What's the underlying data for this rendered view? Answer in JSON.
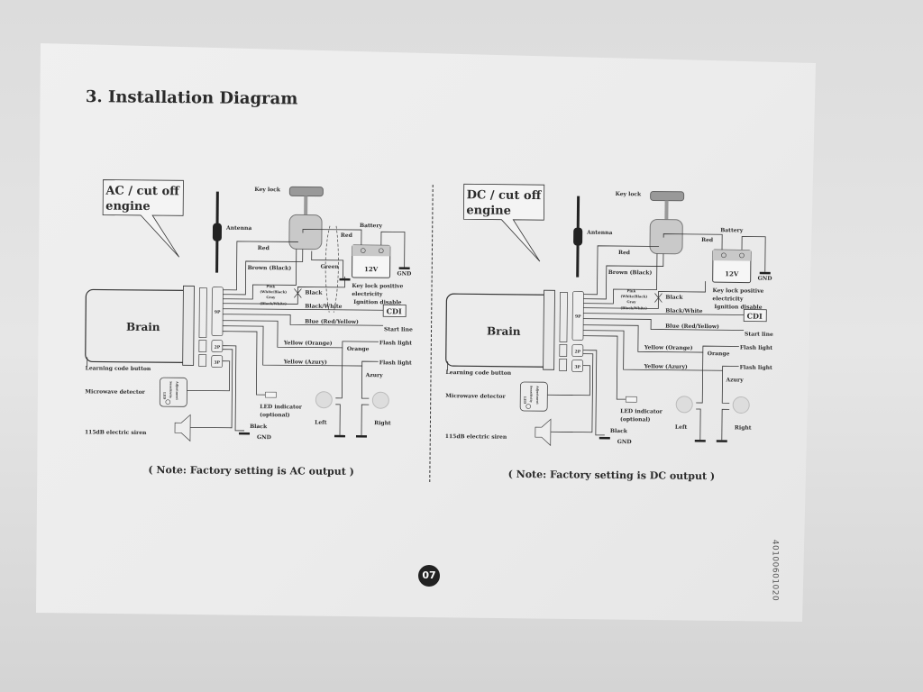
{
  "title": "3. Installation Diagram",
  "page_number": "07",
  "doc_code": "40100601020",
  "diagrams": [
    {
      "callout": [
        "AC / cut off",
        "engine"
      ],
      "labels": {
        "key_lock": "Key lock",
        "antenna": "Antenna",
        "battery": "Battery",
        "battery_voltage": "12V",
        "red_battery": "Red",
        "red": "Red",
        "brown": "Brown (Black)",
        "green": "Green",
        "gnd_battery": "GND",
        "key_lock_positive": [
          "Key lock positive",
          "electricity",
          "Ignition disable"
        ],
        "pink": [
          "Pink",
          "(White/Black)",
          "Gray",
          "(Black/White)"
        ],
        "black_wire": "Black",
        "black_white": "Black/White",
        "cdi": "CDI",
        "blue": "Blue (Red/Yellow)",
        "start_line": "Start line",
        "brain": "Brain",
        "conn_9p": "9P",
        "conn_2p": "2P",
        "conn_3p": "3P",
        "yellow_orange": "Yellow (Orange)",
        "orange": "Orange",
        "flash_light_1": "Flash light",
        "yellow_azury": "Yellow (Azury)",
        "flash_light_2": "Flash light",
        "azury": "Azury",
        "learning": "Learning code button",
        "microwave": "Microwave detector",
        "led": [
          "LED indicator",
          "(optional)"
        ],
        "left": "Left",
        "right": "Right",
        "siren": "115dB electric siren",
        "black_gnd": "Black",
        "gnd": "GND",
        "detector_text": [
          "LED",
          "Sensitivity",
          "Adjustment"
        ]
      },
      "note": "( Note: Factory setting is AC output )",
      "has_green_dashed": true
    },
    {
      "callout": [
        "DC / cut off",
        "engine"
      ],
      "labels": {
        "key_lock": "Key lock",
        "antenna": "Antenna",
        "battery": "Battery",
        "battery_voltage": "12V",
        "red_battery": "Red",
        "red": "Red",
        "brown": "Brown (Black)",
        "green": "",
        "gnd_battery": "GND",
        "key_lock_positive": [
          "Key lock positive",
          "electricity",
          "Ignition disable"
        ],
        "pink": [
          "Pink",
          "(White/Black)",
          "Gray",
          "(Black/White)"
        ],
        "black_wire": "Black",
        "black_white": "Black/White",
        "cdi": "CDI",
        "blue": "Blue (Red/Yellow)",
        "start_line": "Start line",
        "brain": "Brain",
        "conn_9p": "9P",
        "conn_2p": "2P",
        "conn_3p": "3P",
        "yellow_orange": "Yellow (Orange)",
        "orange": "Orange",
        "flash_light_1": "Flash light",
        "yellow_azury": "Yellow (Azury)",
        "flash_light_2": "Flash light",
        "azury": "Azury",
        "learning": "Learning code button",
        "microwave": "Microwave detector",
        "led": [
          "LED indicator",
          "(optional)"
        ],
        "left": "Left",
        "right": "Right",
        "siren": "115dB electric siren",
        "black_gnd": "Black",
        "gnd": "GND",
        "detector_text": [
          "LED",
          "Sensitivity",
          "Adjustment"
        ]
      },
      "note": "( Note: Factory setting is DC output )",
      "has_green_dashed": false
    }
  ]
}
